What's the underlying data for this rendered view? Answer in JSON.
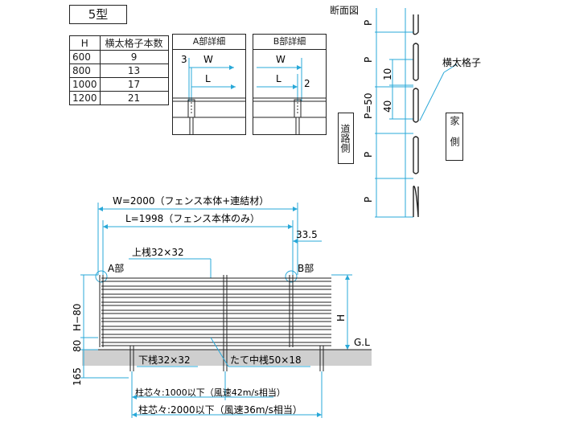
{
  "title": "5型",
  "spec_table": {
    "headers": [
      "H",
      "横太格子本数"
    ],
    "rows": [
      {
        "h": "600",
        "n": "9"
      },
      {
        "h": "800",
        "n": "13"
      },
      {
        "h": "1000",
        "n": "17"
      },
      {
        "h": "1200",
        "n": "21"
      }
    ]
  },
  "detail_a": {
    "title": "A部詳細",
    "dim_3": "3",
    "dim_w": "W",
    "dim_l": "L"
  },
  "detail_b": {
    "title": "B部詳細",
    "dim_w": "W",
    "dim_l": "L",
    "dim_2": "2"
  },
  "section": {
    "title": "断面図",
    "pitch_label": "P",
    "pitch_eq": "P=50",
    "dim_10": "10",
    "dim_40": "40",
    "slat_label": "横太格子",
    "road_side": "道路側",
    "house_side": "家側"
  },
  "elevation": {
    "w_label": "W=2000（フェンス本体+連結材）",
    "l_label": "L=1998（フェンス本体のみ）",
    "dim_33_5": "33.5",
    "top_rail": "上桟32×32",
    "a_part": "A部",
    "b_part": "B部",
    "h_minus_80": "H−80",
    "dim_80": "80",
    "dim_165": "165",
    "h_label": "H",
    "gl": "G.L",
    "bottom_rail": "下桟32×32",
    "mid_post": "たて中桟50×18",
    "post_pitch_1": "柱芯々:1000以下（風速42m/s相当）",
    "post_pitch_2": "柱芯々:2000以下（風速36m/s相当）"
  }
}
